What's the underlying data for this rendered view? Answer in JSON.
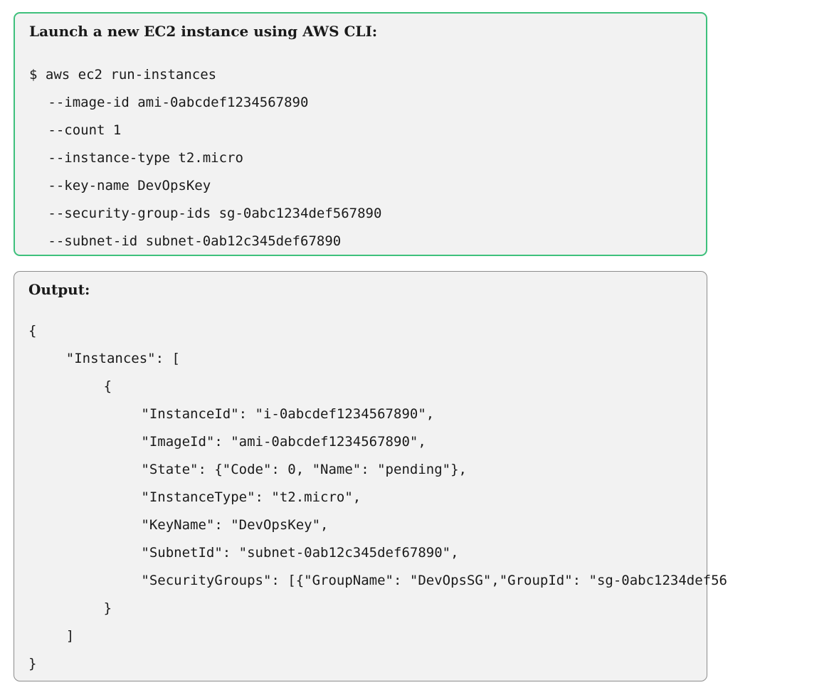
{
  "command_block": {
    "title": "Launch a new EC2 instance using AWS CLI:",
    "lines": [
      {
        "text": "$ aws ec2 run-instances",
        "indent": 0
      },
      {
        "text": "--image-id ami-0abcdef1234567890",
        "indent": 2
      },
      {
        "text": "--count 1",
        "indent": 2
      },
      {
        "text": "--instance-type t2.micro",
        "indent": 2
      },
      {
        "text": "--key-name DevOpsKey",
        "indent": 2
      },
      {
        "text": "--security-group-ids sg-0abc1234def567890",
        "indent": 2
      },
      {
        "text": "--subnet-id subnet-0ab12c345def67890",
        "indent": 2
      }
    ]
  },
  "output_block": {
    "title": "Output:",
    "lines": [
      {
        "text": "{",
        "indent": 0
      },
      {
        "text": "\"Instances\": [",
        "indent": 4
      },
      {
        "text": "{",
        "indent": 8
      },
      {
        "text": "\"InstanceId\": \"i-0abcdef1234567890\",",
        "indent": 12
      },
      {
        "text": "\"ImageId\": \"ami-0abcdef1234567890\",",
        "indent": 12
      },
      {
        "text": "\"State\": {\"Code\": 0, \"Name\": \"pending\"},",
        "indent": 12
      },
      {
        "text": "\"InstanceType\": \"t2.micro\",",
        "indent": 12
      },
      {
        "text": "\"KeyName\": \"DevOpsKey\",",
        "indent": 12
      },
      {
        "text": "\"SubnetId\": \"subnet-0ab12c345def67890\",",
        "indent": 12
      },
      {
        "text": "\"SecurityGroups\": [{\"GroupName\": \"DevOpsSG\",\"GroupId\": \"sg-0abc1234def56",
        "indent": 12
      },
      {
        "text": "}",
        "indent": 8
      },
      {
        "text": "]",
        "indent": 4
      },
      {
        "text": "}",
        "indent": 0
      }
    ]
  }
}
